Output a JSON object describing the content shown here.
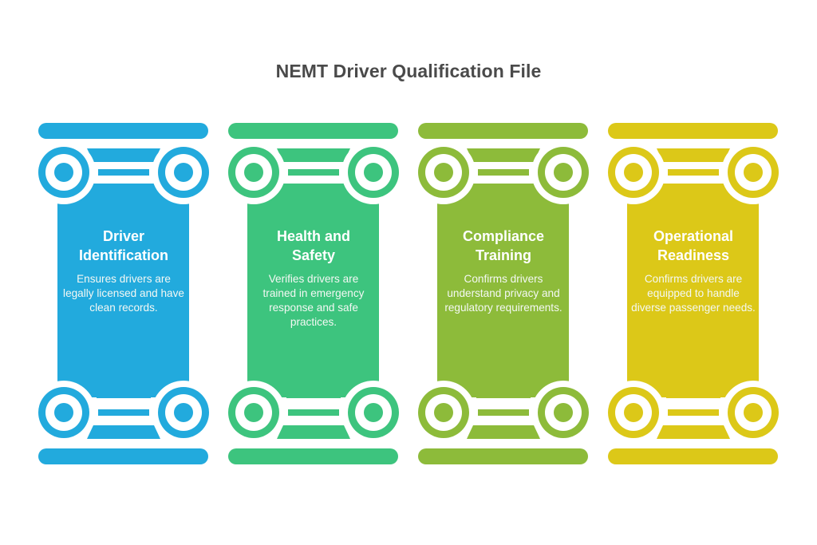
{
  "title": "NEMT Driver Qualification File",
  "pillars": [
    {
      "title_line1": "Driver",
      "title_line2": "Identification",
      "description": "Ensures drivers are legally licensed and have clean records.",
      "color": "#22AADD",
      "icon": "ionic-column-icon"
    },
    {
      "title_line1": "Health and",
      "title_line2": "Safety",
      "description": "Verifies drivers are trained in emergency response and safe practices.",
      "color": "#3DC47E",
      "icon": "ionic-column-icon"
    },
    {
      "title_line1": "Compliance",
      "title_line2": "Training",
      "description": "Confirms drivers understand privacy and regulatory requirements.",
      "color": "#8DBB3A",
      "icon": "ionic-column-icon"
    },
    {
      "title_line1": "Operational",
      "title_line2": "Readiness",
      "description": "Confirms drivers are equipped to handle diverse passenger needs.",
      "color": "#DCC818",
      "icon": "ionic-column-icon"
    }
  ]
}
